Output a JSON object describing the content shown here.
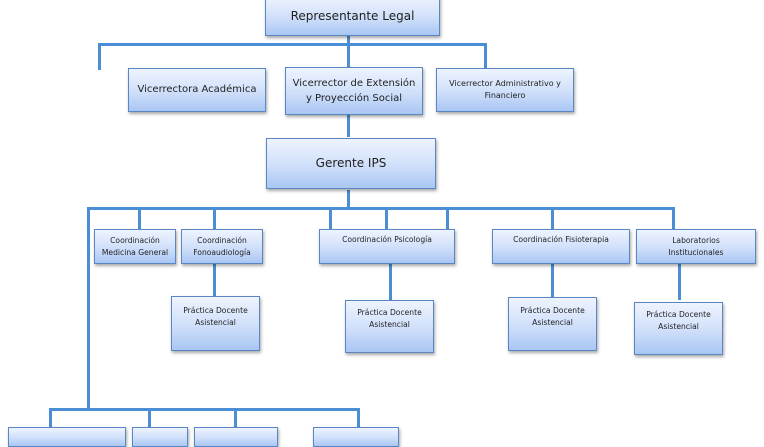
{
  "chart_title": "Organigrama IPS",
  "nodes": {
    "legal": {
      "label": "Representante Legal"
    },
    "academica": {
      "label": "Vicerrectora Académica"
    },
    "extension": {
      "label": "Vicerrector de Extensión y Proyección Social"
    },
    "administrativo": {
      "label": "Vicerrector Administrativo y Financiero"
    },
    "gerente": {
      "label": "Gerente IPS"
    },
    "medicina": {
      "label": "Coordinación Medicina General"
    },
    "fonoaudiologia": {
      "label": "Coordinación Fonoaudiología"
    },
    "psicologia": {
      "label": "Coordinación Psicología"
    },
    "fisioterapia": {
      "label": "Coordinación Fisioterapia"
    },
    "laboratorios": {
      "label": "Laboratorios Institucionales"
    },
    "practica_fono": {
      "label": "Práctica Docente Asistencial"
    },
    "practica_psico": {
      "label": "Práctica Docente Asistencial"
    },
    "practica_fisio": {
      "label": "Práctica Docente Asistencial"
    },
    "practica_lab": {
      "label": "Práctica Docente Asistencial"
    }
  },
  "colors": {
    "connector": "#4a8fd6",
    "box_border": "#5b86c4",
    "box_fill_top": "#eef4ff",
    "box_fill_bottom": "#a9c6f3"
  }
}
